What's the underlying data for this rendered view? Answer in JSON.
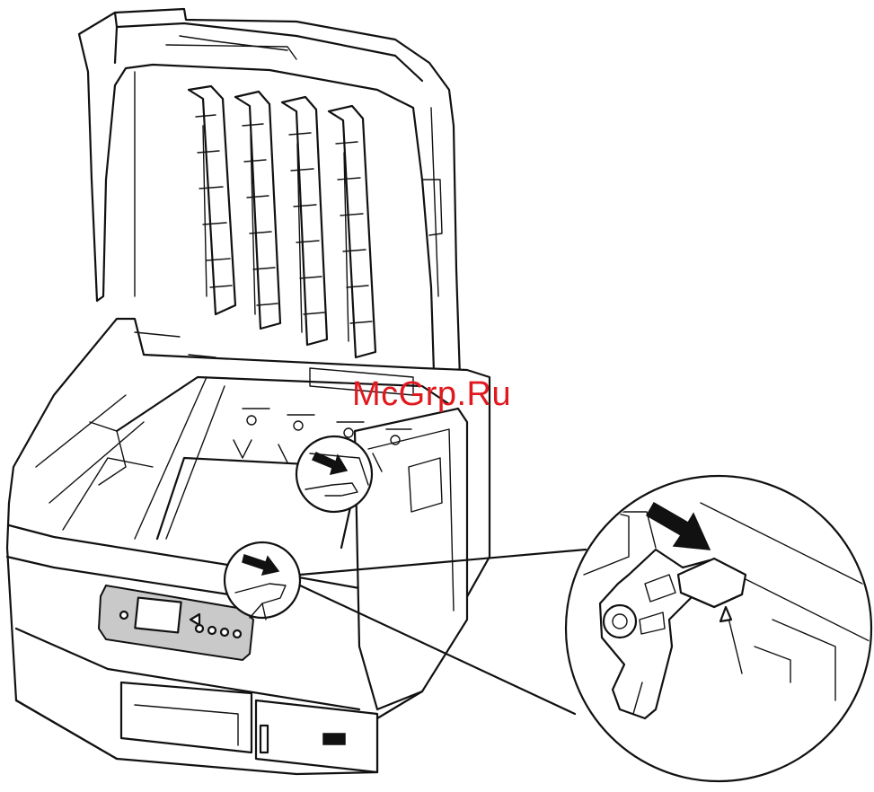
{
  "figure": {
    "subject": "printer-with-top-cover-open",
    "callout": "belt-unit-lock-lever-detail",
    "arrow_icons": [
      "press-arrow-icon",
      "press-arrow-icon",
      "press-arrow-icon"
    ],
    "line_color": "#111111",
    "background": "#ffffff"
  },
  "watermark": {
    "text": "McGrp.Ru",
    "color": "#e0191f"
  }
}
